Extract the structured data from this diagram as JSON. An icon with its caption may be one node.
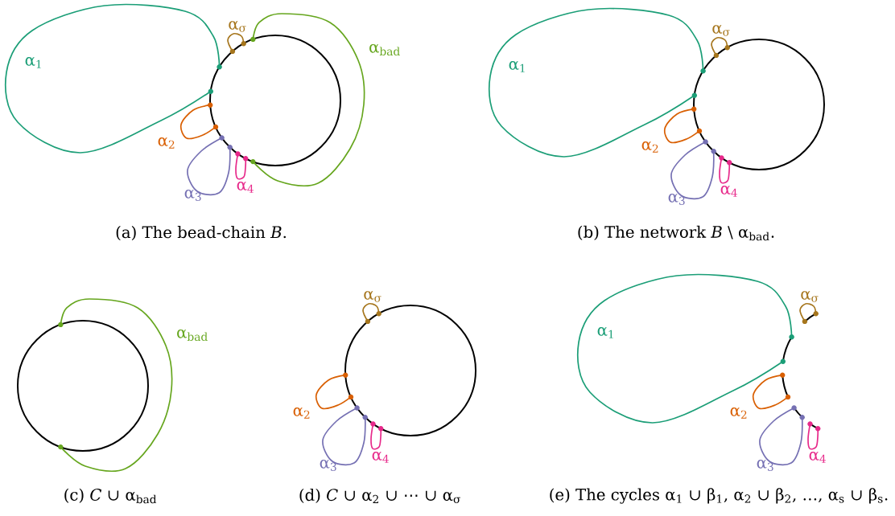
{
  "diagram": {
    "labels": [
      "α$_{1}$",
      "α$_{σ}$",
      "α$_{bad}$",
      "α$_{2}$",
      "α$_{3}$",
      "α$_{4}$",
      "(a) The bead-chain *B*.",
      "α$_{1}$",
      "α$_{σ}$",
      "α$_{2}$",
      "α$_{3}$",
      "α$_{4}$",
      "(b) The network *B* \\ α$_{bad}$.",
      "α$_{bad}$",
      "(c) *C* ∪ α$_{bad}$",
      "α$_{σ}$",
      "α$_{2}$",
      "α$_{3}$",
      "α$_{4}$",
      "(d) *C* ∪ α$_{2}$ ∪ ⋯ ∪ α$_{σ}$",
      "α$_{1}$",
      "α$_{σ}$",
      "α$_{2}$",
      "α$_{3}$",
      "α$_{4}$",
      "(e) The cycles α$_{1}$ ∪ β$_{1}$, α$_{2}$ ∪ β$_{2}$, …, α$_{s}$ ∪ β$_{s}$."
    ]
  }
}
